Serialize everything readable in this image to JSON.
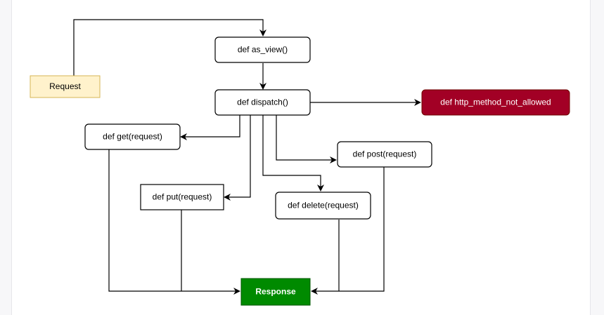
{
  "diagram": {
    "nodes": {
      "request": {
        "label": "Request",
        "fill": "#fff2cc",
        "stroke": "#d6b656"
      },
      "as_view": {
        "label": "def as_view()",
        "fill": "#ffffff",
        "stroke": "#000000"
      },
      "dispatch": {
        "label": "def dispatch()",
        "fill": "#ffffff",
        "stroke": "#000000"
      },
      "not_allowed": {
        "label": "def http_method_not_allowed",
        "fill": "#a20025",
        "stroke": "#6f0000"
      },
      "get": {
        "label": "def get(request)",
        "fill": "#ffffff",
        "stroke": "#000000"
      },
      "post": {
        "label": "def post(request)",
        "fill": "#ffffff",
        "stroke": "#000000"
      },
      "put": {
        "label": "def put(request)",
        "fill": "#ffffff",
        "stroke": "#000000"
      },
      "delete": {
        "label": "def delete(request)",
        "fill": "#ffffff",
        "stroke": "#000000"
      },
      "response": {
        "label": "Response",
        "fill": "#008a00",
        "stroke": "#005700"
      }
    },
    "edges": [
      {
        "from": "request",
        "to": "as_view"
      },
      {
        "from": "as_view",
        "to": "dispatch"
      },
      {
        "from": "dispatch",
        "to": "not_allowed"
      },
      {
        "from": "dispatch",
        "to": "get"
      },
      {
        "from": "dispatch",
        "to": "put"
      },
      {
        "from": "dispatch",
        "to": "delete"
      },
      {
        "from": "dispatch",
        "to": "post"
      },
      {
        "from": "get",
        "to": "response"
      },
      {
        "from": "put",
        "to": "response"
      },
      {
        "from": "delete",
        "to": "response"
      },
      {
        "from": "post",
        "to": "response"
      }
    ]
  }
}
